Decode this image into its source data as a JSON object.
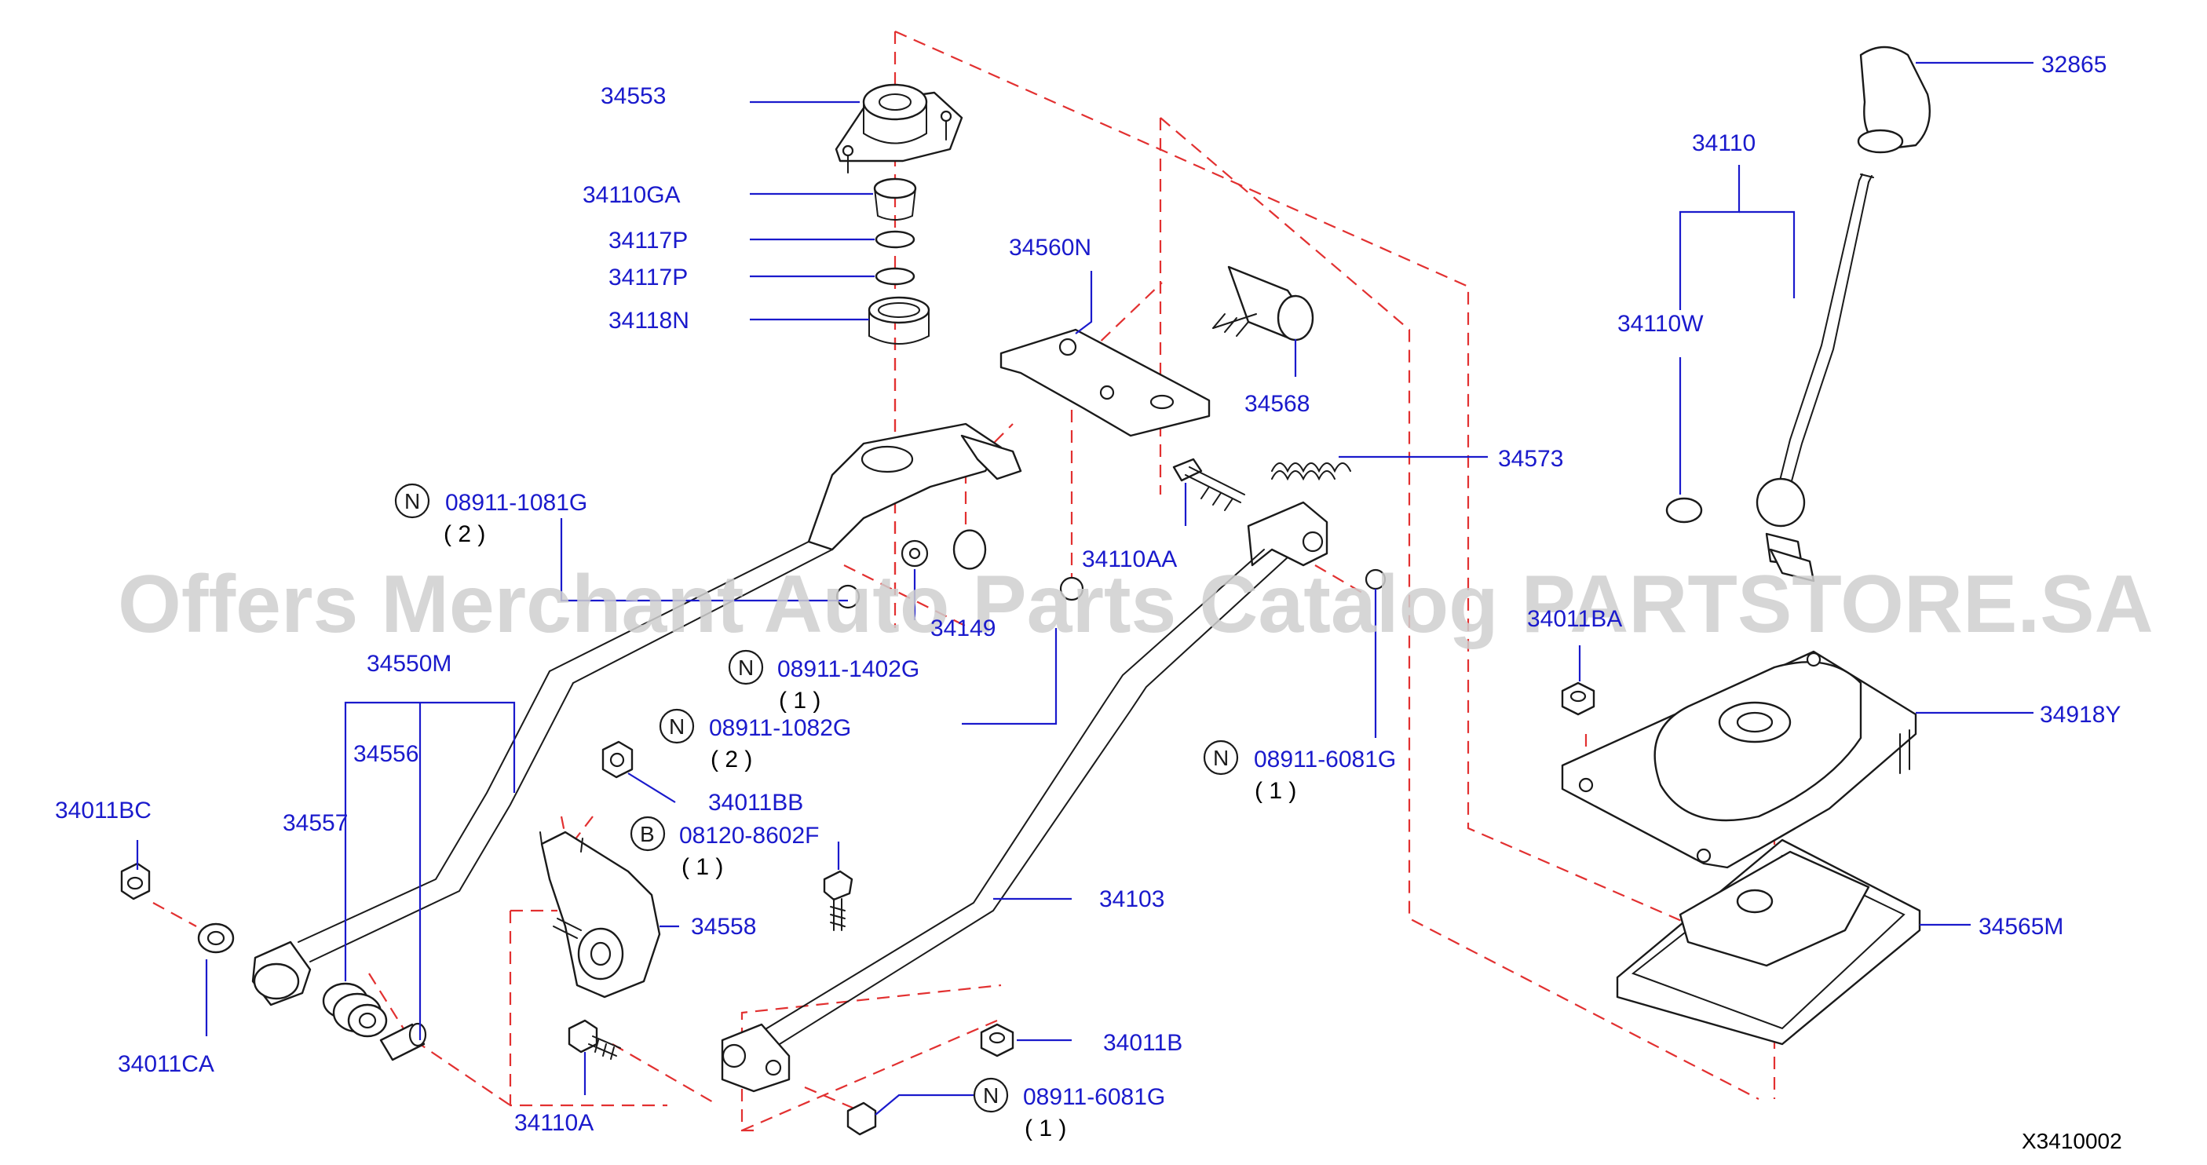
{
  "watermark": "Offers Merchant Auto Parts Catalog PARTSTORE.SA",
  "diagram_code": "X3410002",
  "callouts": {
    "p34553": "34553",
    "p34110GA": "34110GA",
    "p34117P_a": "34117P",
    "p34117P_b": "34117P",
    "p34118N": "34118N",
    "p34560N": "34560N",
    "p34568": "34568",
    "p34573": "34573",
    "p34110AA": "34110AA",
    "p08911_1081G": "08911-1081G",
    "p34149": "34149",
    "p08911_1402G": "08911-1402G",
    "p08911_1082G": "08911-1082G",
    "p34550M": "34550M",
    "p34556": "34556",
    "p34557": "34557",
    "p34011BC": "34011BC",
    "p34011BB": "34011BB",
    "p08120_8602F": "08120-8602F",
    "p34558": "34558",
    "p34011CA": "34011CA",
    "p34110A": "34110A",
    "p34103": "34103",
    "p34011B": "34011B",
    "p08911_6081G_a": "08911-6081G",
    "p08911_6081G_b": "08911-6081G",
    "p32865": "32865",
    "p34110": "34110",
    "p34110W": "34110W",
    "p34011BA": "34011BA",
    "p34918Y": "34918Y",
    "p34565M": "34565M"
  },
  "quantities": {
    "q08911_1081G": "( 2 )",
    "q08911_1402G": "( 1 )",
    "q08911_1082G": "( 2 )",
    "q08120_8602F": "( 1 )",
    "q08911_6081G_a": "( 1 )",
    "q08911_6081G_b": "( 1 )"
  },
  "prefix_badges": {
    "n": "N",
    "b": "B"
  }
}
